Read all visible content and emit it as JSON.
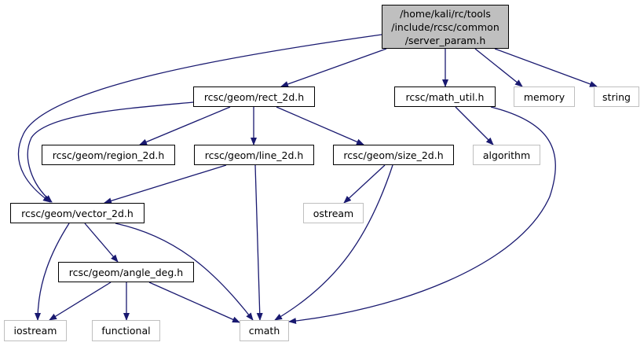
{
  "diagram": {
    "type": "include-dependency-graph",
    "edge_color": "#191970",
    "root": {
      "id": "root",
      "lines": [
        "/home/kali/rc/tools",
        "/include/rcsc/common",
        "/server_param.h"
      ]
    },
    "nodes": [
      {
        "id": "rect_2d",
        "label": "rcsc/geom/rect_2d.h",
        "kind": "local"
      },
      {
        "id": "math_util",
        "label": "rcsc/math_util.h",
        "kind": "local"
      },
      {
        "id": "memory",
        "label": "memory",
        "kind": "system"
      },
      {
        "id": "string",
        "label": "string",
        "kind": "system"
      },
      {
        "id": "region_2d",
        "label": "rcsc/geom/region_2d.h",
        "kind": "local"
      },
      {
        "id": "line_2d",
        "label": "rcsc/geom/line_2d.h",
        "kind": "local"
      },
      {
        "id": "size_2d",
        "label": "rcsc/geom/size_2d.h",
        "kind": "local"
      },
      {
        "id": "algorithm",
        "label": "algorithm",
        "kind": "system"
      },
      {
        "id": "vector_2d",
        "label": "rcsc/geom/vector_2d.h",
        "kind": "local"
      },
      {
        "id": "ostream",
        "label": "ostream",
        "kind": "system"
      },
      {
        "id": "angle_deg",
        "label": "rcsc/geom/angle_deg.h",
        "kind": "local"
      },
      {
        "id": "iostream",
        "label": "iostream",
        "kind": "system"
      },
      {
        "id": "functional",
        "label": "functional",
        "kind": "system"
      },
      {
        "id": "cmath",
        "label": "cmath",
        "kind": "system"
      }
    ],
    "edges": [
      {
        "from": "root",
        "to": "vector_2d"
      },
      {
        "from": "root",
        "to": "rect_2d"
      },
      {
        "from": "root",
        "to": "math_util"
      },
      {
        "from": "root",
        "to": "memory"
      },
      {
        "from": "root",
        "to": "string"
      },
      {
        "from": "rect_2d",
        "to": "vector_2d"
      },
      {
        "from": "rect_2d",
        "to": "region_2d"
      },
      {
        "from": "rect_2d",
        "to": "line_2d"
      },
      {
        "from": "rect_2d",
        "to": "size_2d"
      },
      {
        "from": "math_util",
        "to": "algorithm"
      },
      {
        "from": "math_util",
        "to": "cmath"
      },
      {
        "from": "line_2d",
        "to": "vector_2d"
      },
      {
        "from": "line_2d",
        "to": "cmath"
      },
      {
        "from": "size_2d",
        "to": "ostream"
      },
      {
        "from": "size_2d",
        "to": "cmath"
      },
      {
        "from": "vector_2d",
        "to": "iostream"
      },
      {
        "from": "vector_2d",
        "to": "angle_deg"
      },
      {
        "from": "vector_2d",
        "to": "cmath"
      },
      {
        "from": "angle_deg",
        "to": "iostream"
      },
      {
        "from": "angle_deg",
        "to": "functional"
      },
      {
        "from": "angle_deg",
        "to": "cmath"
      }
    ]
  }
}
